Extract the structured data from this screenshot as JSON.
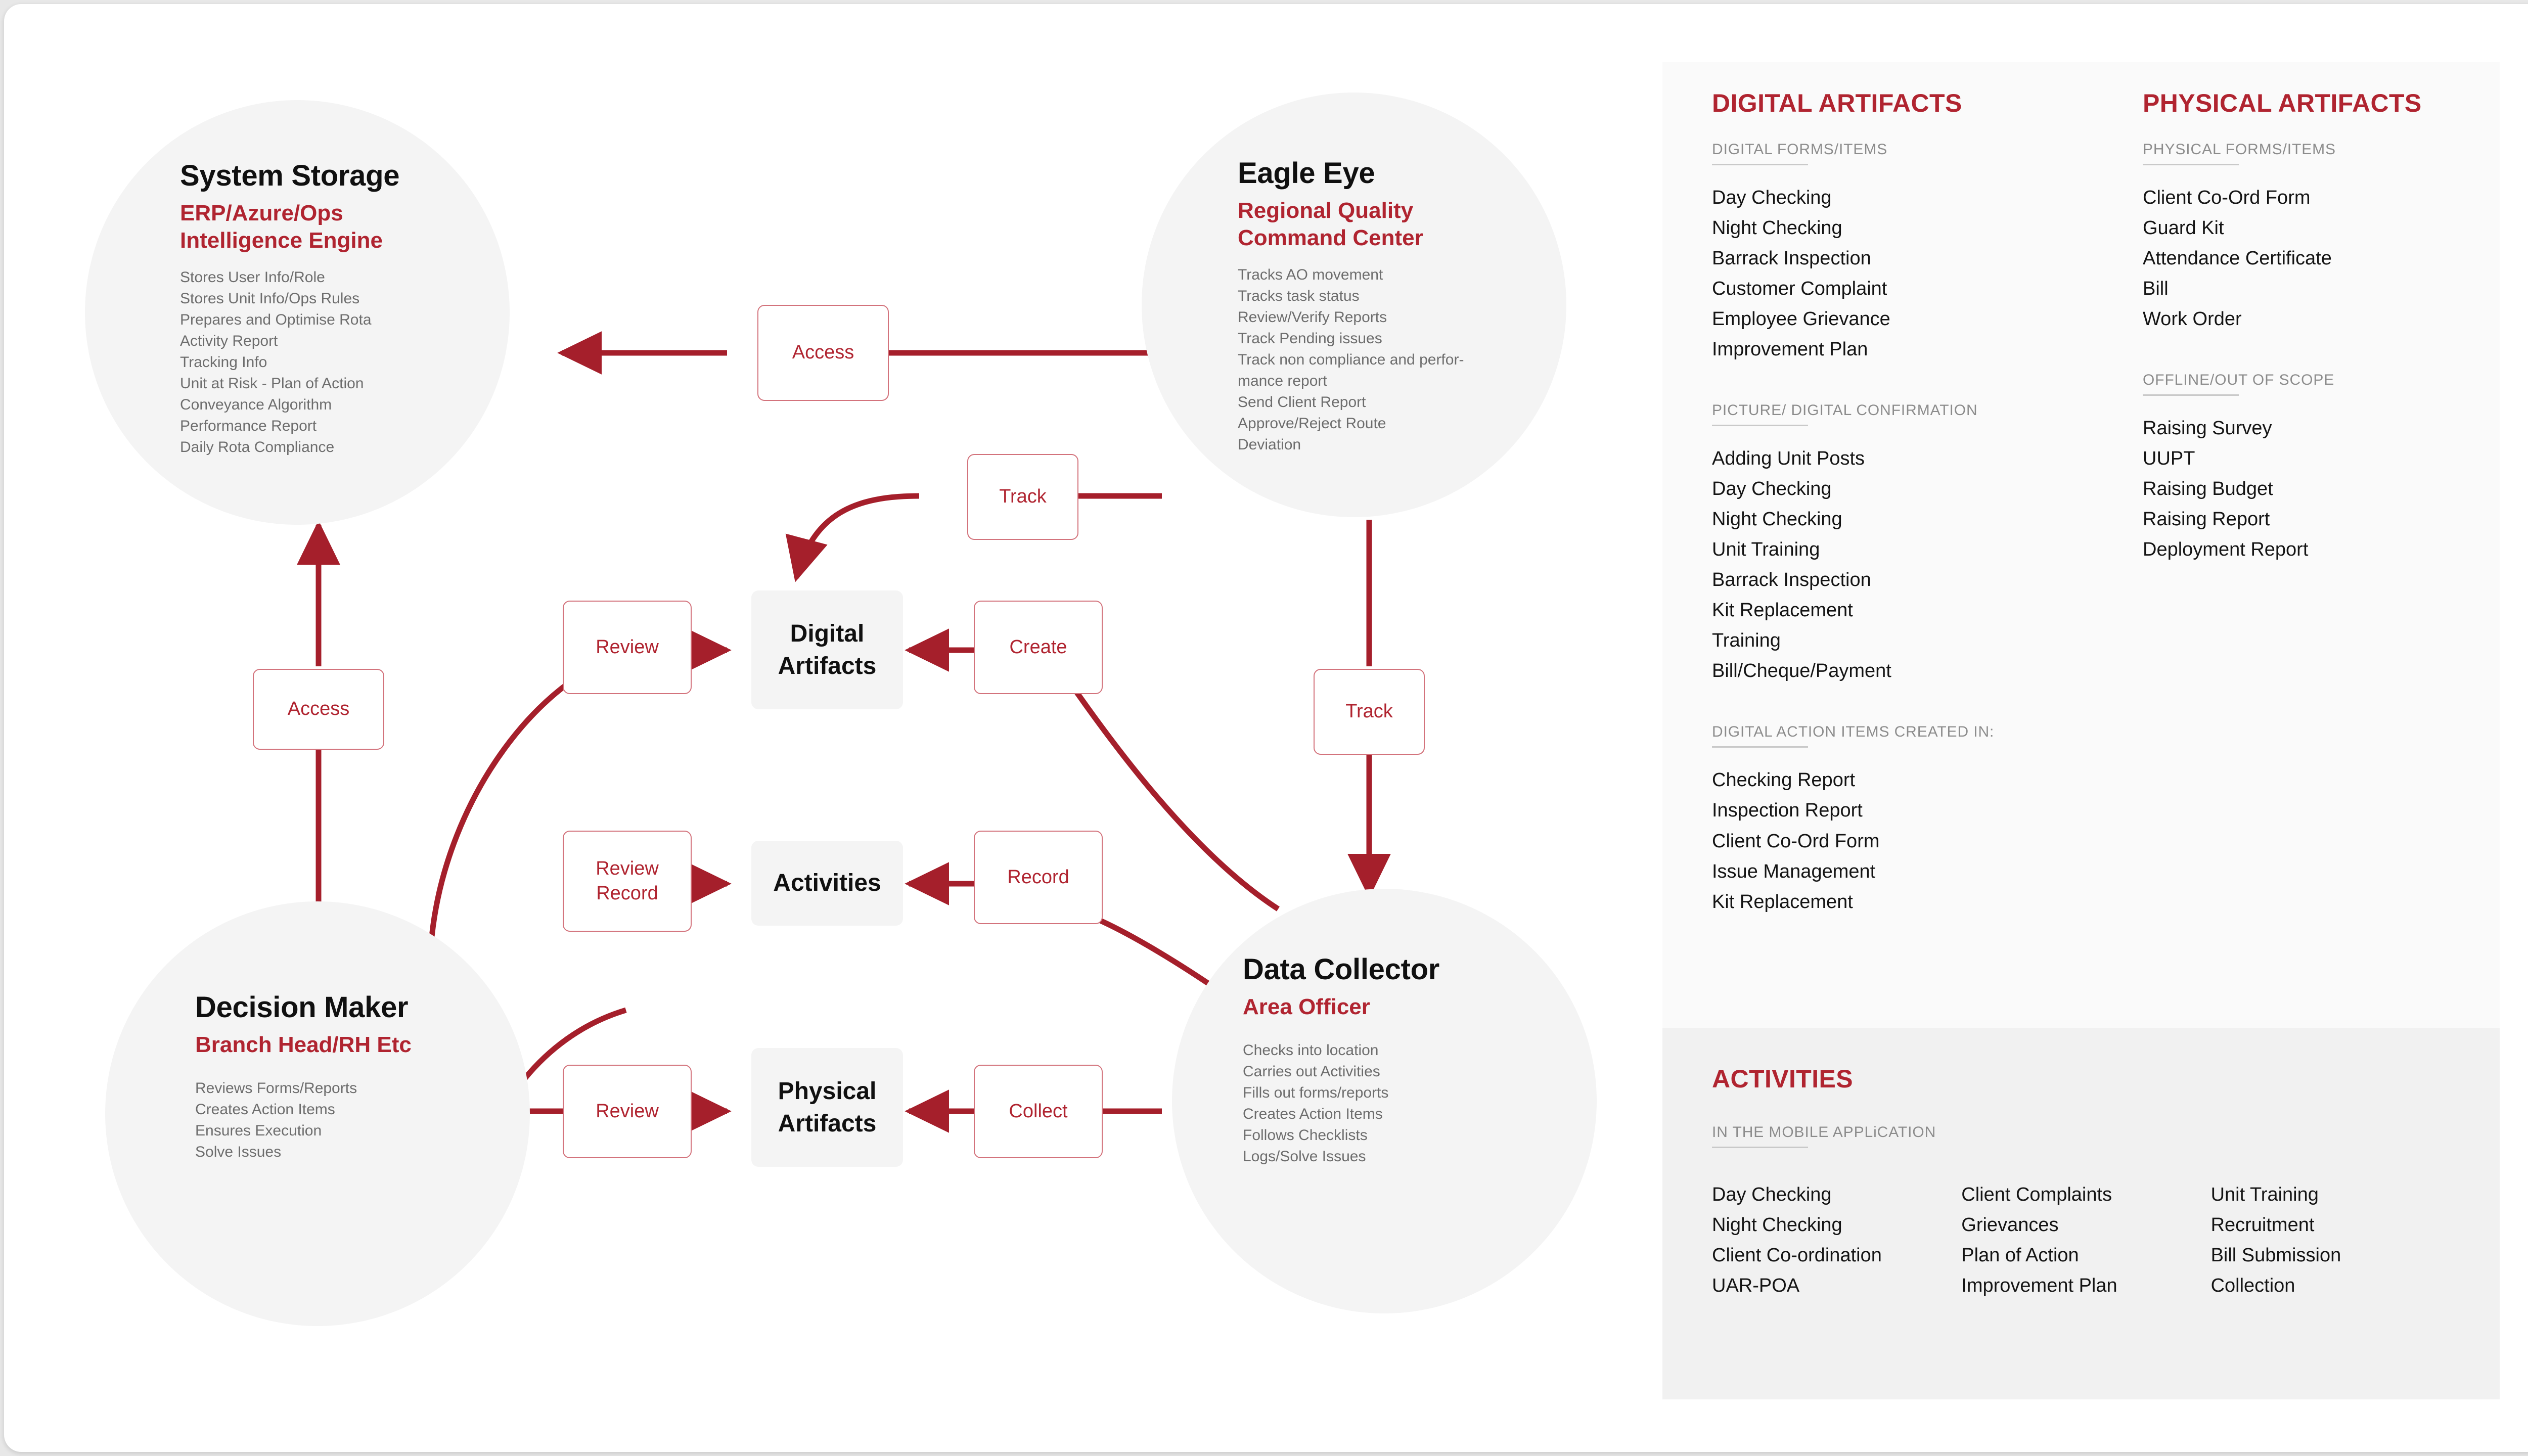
{
  "theme": {
    "brand_red": "#b02430",
    "chip_border": "#d3737c",
    "node_bg": "#f4f4f4",
    "panel_bg": "#fafafa",
    "activities_bg": "#f1f1f1",
    "body_text": "#141414",
    "muted_text": "#6d6d6d"
  },
  "diagram": {
    "nodes": {
      "system_storage": {
        "title": "System Storage",
        "subtitle": "ERP/Azure/Ops\nIntelligence Engine",
        "items": [
          "Stores User Info/Role",
          "Stores Unit Info/Ops Rules",
          "Prepares and Optimise Rota",
          "Activity Report",
          "Tracking Info",
          "Unit at Risk - Plan of Action",
          "Conveyance Algorithm",
          "Performance Report",
          "Daily Rota Compliance"
        ]
      },
      "eagle_eye": {
        "title": "Eagle Eye",
        "subtitle": "Regional Quality\nCommand Center",
        "items": [
          "Tracks AO movement",
          "Tracks task status",
          "Review/Verify Reports",
          "Track Pending issues",
          "Track non compliance and perfor-\nmance report",
          "Send Client Report",
          "Approve/Reject Route\nDeviation"
        ]
      },
      "decision_maker": {
        "title": "Decision Maker",
        "subtitle": "Branch Head/RH Etc",
        "items": [
          "Reviews Forms/Reports",
          "Creates Action Items",
          "Ensures Execution",
          "Solve Issues"
        ]
      },
      "data_collector": {
        "title": "Data Collector",
        "subtitle": "Area Officer",
        "items": [
          "Checks into location",
          "Carries out Activities",
          "Fills out forms/reports",
          "Creates Action Items",
          "Follows Checklists",
          "Logs/Solve Issues"
        ]
      }
    },
    "core_boxes": {
      "digital_artifacts": "Digital\nArtifacts",
      "activities": "Activities",
      "physical_artifacts": "Physical\nArtifacts"
    },
    "chips": {
      "access_top": "Access",
      "access_left": "Access",
      "track_upper": "Track",
      "track_right": "Track",
      "review_digital": "Review",
      "create_digital": "Create",
      "review_record_activities": "Review\nRecord",
      "record_activities": "Record",
      "review_physical": "Review",
      "collect_physical": "Collect"
    }
  },
  "right_panel": {
    "digital": {
      "heading": "DIGITAL ARTIFACTS",
      "sections": [
        {
          "subhead": "DIGITAL FORMS/ITEMS",
          "items": [
            "Day Checking",
            "Night Checking",
            "Barrack Inspection",
            "Customer Complaint",
            "Employee Grievance",
            "Improvement Plan"
          ]
        },
        {
          "subhead": "PICTURE/ DIGITAL CONFIRMATION",
          "items": [
            "Adding Unit Posts",
            "Day Checking",
            "Night Checking",
            "Unit Training",
            "Barrack Inspection",
            "Kit Replacement",
            "Training",
            "Bill/Cheque/Payment"
          ]
        },
        {
          "subhead": "DIGITAL ACTION ITEMS CREATED IN:",
          "items": [
            "Checking Report",
            "Inspection Report",
            "Client Co-Ord Form",
            "Issue Management",
            "Kit Replacement"
          ]
        }
      ]
    },
    "physical": {
      "heading": "PHYSICAL ARTIFACTS",
      "sections": [
        {
          "subhead": "PHYSICAL FORMS/ITEMS",
          "items": [
            "Client Co-Ord Form",
            "Guard Kit",
            "Attendance Certificate",
            "Bill",
            "Work Order"
          ]
        },
        {
          "subhead": "OFFLINE/OUT OF SCOPE",
          "items": [
            "Raising Survey",
            "UUPT",
            "Raising Budget",
            "Raising Report",
            "Deployment Report"
          ]
        }
      ]
    },
    "activities": {
      "heading": "ACTIVITIES",
      "subhead": "IN THE MOBILE APPLiCATION",
      "columns": [
        [
          "Day Checking",
          "Night Checking",
          "Client Co-ordination",
          "UAR-POA"
        ],
        [
          "Client Complaints",
          "Grievances",
          "Plan of Action",
          "Improvement Plan"
        ],
        [
          "Unit Training",
          "Recruitment",
          "Bill Submission",
          "Collection"
        ]
      ]
    }
  }
}
